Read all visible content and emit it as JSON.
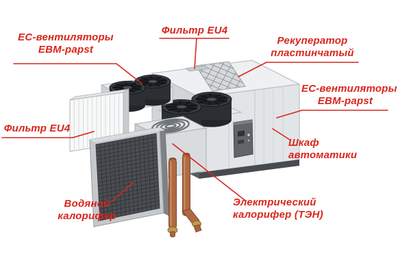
{
  "diagram": {
    "colors": {
      "annotation_red": "#d9261c",
      "copper_pipe": "#b06a42",
      "brass_fitting": "#c09a4e",
      "fan_dark": "#2b2e33",
      "unit_gray": "#e2e5e7"
    },
    "labels": {
      "ec_fans_left": {
        "line1": "ЕС-вентиляторы",
        "line2": "EBM-papst"
      },
      "filter_top": {
        "text": "Фильтр EU4"
      },
      "recuperator": {
        "line1": "Рекуператор",
        "line2": "пластинчатый"
      },
      "ec_fans_right": {
        "line1": "ЕС-вентиляторы",
        "line2": "EBM-papst"
      },
      "filter_left": {
        "text": "Фильтр EU4"
      },
      "control_cabinet": {
        "line1": "Шкаф",
        "line2": "автоматики"
      },
      "water_heater": {
        "line1": "Водяной",
        "line2": "калорифер"
      },
      "electric_heater": {
        "line1": "Электрический",
        "line2": "калорифер (ТЭН)"
      }
    }
  }
}
